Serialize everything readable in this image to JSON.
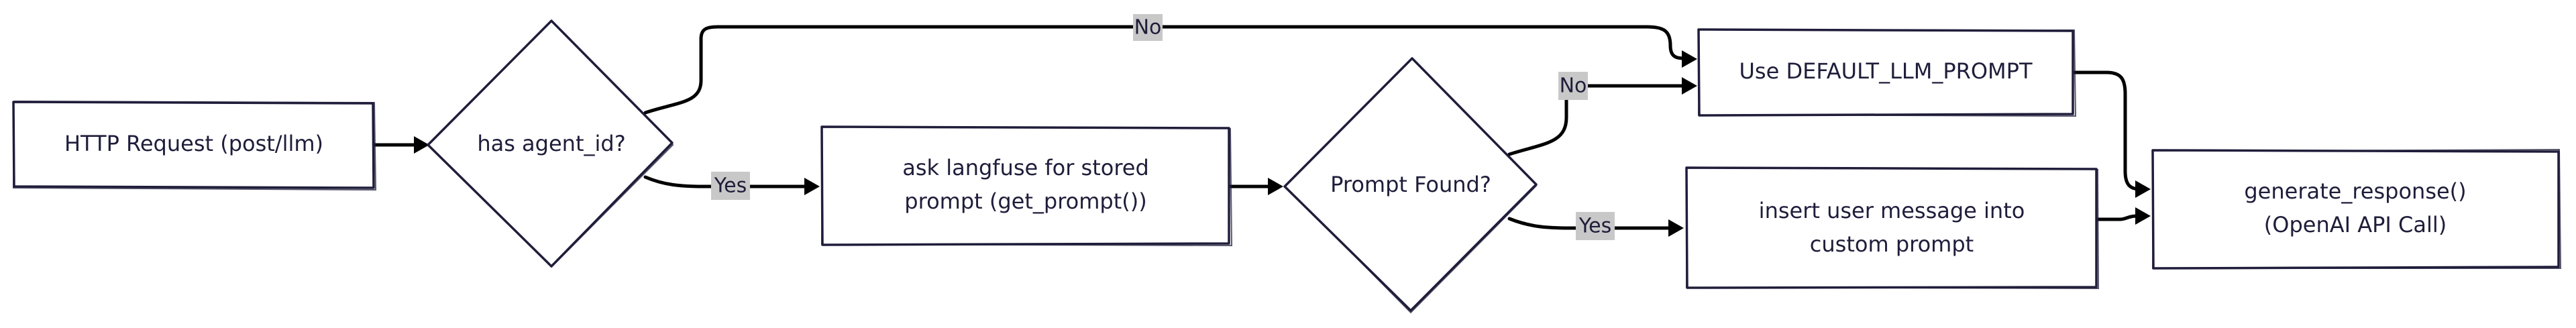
{
  "nodes": {
    "http_request": {
      "label": "HTTP Request (post/llm)"
    },
    "has_agent_id": {
      "label": "has agent_id?"
    },
    "ask_langfuse": {
      "lines": [
        "ask langfuse for stored",
        "prompt (get_prompt())"
      ]
    },
    "prompt_found": {
      "label": "Prompt Found?"
    },
    "use_default": {
      "label": "Use DEFAULT_LLM_PROMPT"
    },
    "insert_user_message": {
      "lines": [
        "insert user message into",
        "custom prompt"
      ]
    },
    "generate_response": {
      "lines": [
        "generate_response()",
        "(OpenAI API Call)"
      ]
    }
  },
  "edges": {
    "agent_no": {
      "label": "No"
    },
    "agent_yes": {
      "label": "Yes"
    },
    "prompt_no": {
      "label": "No"
    },
    "prompt_yes": {
      "label": "Yes"
    }
  },
  "colors": {
    "stroke": "#1f1d3a",
    "edge": "#000000",
    "edge_label_bg": "#c8c8c8",
    "background": "#ffffff"
  }
}
